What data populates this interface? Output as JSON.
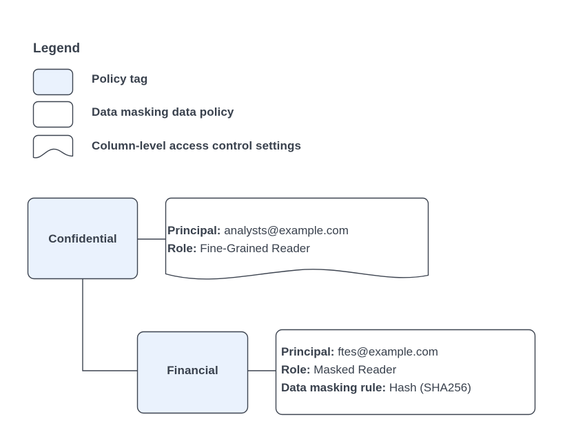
{
  "diagram": {
    "type": "policy-tag-access-control",
    "colors": {
      "node_fill": "#eaf2fd",
      "shape_stroke": "#3d4450",
      "text": "#39414d",
      "white_fill": "#ffffff",
      "connector": "#3d4450"
    }
  },
  "legend": {
    "title": "Legend",
    "items": [
      {
        "label": "Policy tag",
        "swatch": "rounded-rect-filled",
        "fill": "#eaf2fd"
      },
      {
        "label": "Data masking data policy",
        "swatch": "rounded-rect-white",
        "fill": "#ffffff"
      },
      {
        "label": "Column-level access control settings",
        "swatch": "wave-shape-white",
        "fill": "#ffffff"
      }
    ]
  },
  "nodes": [
    {
      "id": "confidential",
      "label": "Confidential",
      "kind": "policy-tag"
    },
    {
      "id": "financial",
      "label": "Financial",
      "kind": "policy-tag"
    }
  ],
  "callouts": [
    {
      "id": "confidential-access",
      "shape": "wave-shape-white",
      "attached_to": "confidential",
      "lines": [
        {
          "key": "Principal:",
          "value": "analysts@example.com"
        },
        {
          "key": "Role:",
          "value": "Fine-Grained Reader"
        }
      ]
    },
    {
      "id": "financial-masking",
      "shape": "rounded-rect-white",
      "attached_to": "financial",
      "lines": [
        {
          "key": "Principal:",
          "value": "ftes@example.com"
        },
        {
          "key": "Role:",
          "value": "Masked Reader"
        },
        {
          "key": "Data masking rule:",
          "value": "Hash (SHA256)"
        }
      ]
    }
  ],
  "connectors": [
    {
      "from": "confidential",
      "to": "confidential-access",
      "style": "straight-horizontal"
    },
    {
      "from": "confidential",
      "to": "financial",
      "style": "elbow-down-right"
    },
    {
      "from": "financial",
      "to": "financial-masking",
      "style": "straight-horizontal"
    }
  ]
}
